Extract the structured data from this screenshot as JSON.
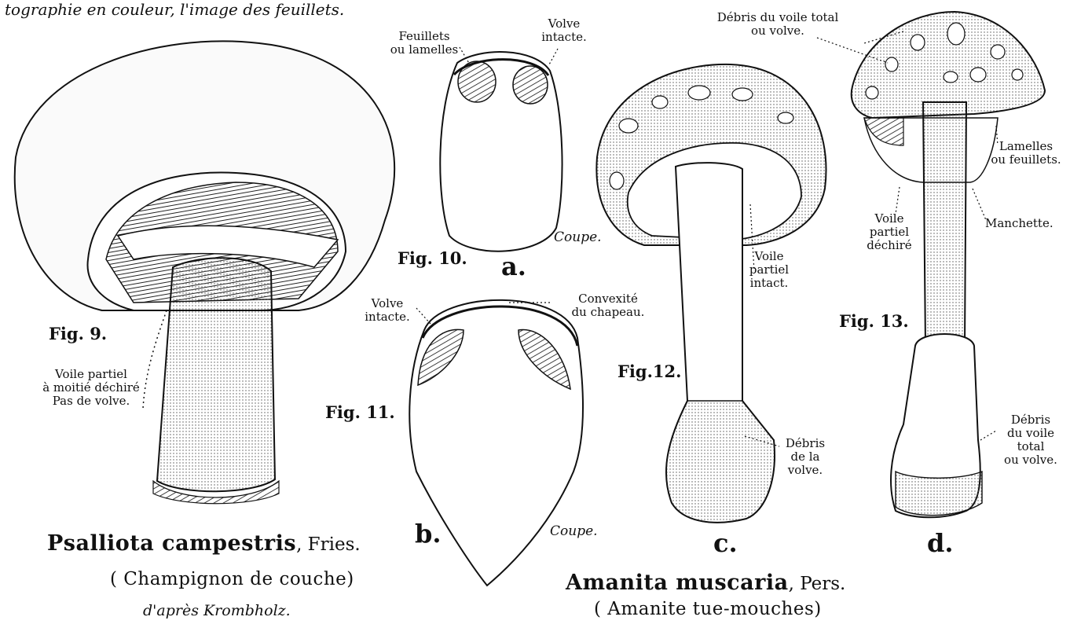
{
  "top_caption": "tographie en couleur, l'image des feuillets.",
  "left_block": {
    "fig9_label": "Fig. 9.",
    "fig9_note": "Voile partiel\nà moitié déchiré\nPas de volve.",
    "species_title": "Psalliota campestris",
    "species_author": ", Fries.",
    "common_name": "( Champignon de couche)",
    "credit": "d'après Krombholz."
  },
  "middle_block": {
    "fig10_label": "Fig. 10.",
    "fig10_letter": "a.",
    "fig10_coupe": "Coupe.",
    "fig10_feuillets": "Feuillets\nou lamelles",
    "fig10_volve": "Volve\nintacte.",
    "fig11_label": "Fig. 11.",
    "fig11_letter": "b.",
    "fig11_coupe": "Coupe.",
    "fig11_volve": "Volve\nintacte.",
    "fig11_convexite": "Convexité\ndu chapeau."
  },
  "right_block": {
    "fig12_label": "Fig.12.",
    "fig12_letter": "c.",
    "fig12_voile": "Voile\npartiel\nintact.",
    "fig12_debris_volve": "Débris\nde la\nvolve.",
    "debris_voile_total": "Débris du voile total\nou volve.",
    "fig13_label": "Fig. 13.",
    "fig13_letter": "d.",
    "fig13_lamelles": "Lamelles\nou feuillets.",
    "fig13_manchette": "Manchette.",
    "fig13_voile_dechire": "Voile\npartiel\ndéchiré",
    "fig13_debris": "Débris\ndu voile\ntotal\nou volve.",
    "species_title": "Amanita muscaria",
    "species_author": ", Pers.",
    "common_name": "( Amanite tue-mouches)"
  },
  "colors": {
    "ink": "#111111",
    "paper": "#ffffff",
    "shade": "#555555"
  }
}
